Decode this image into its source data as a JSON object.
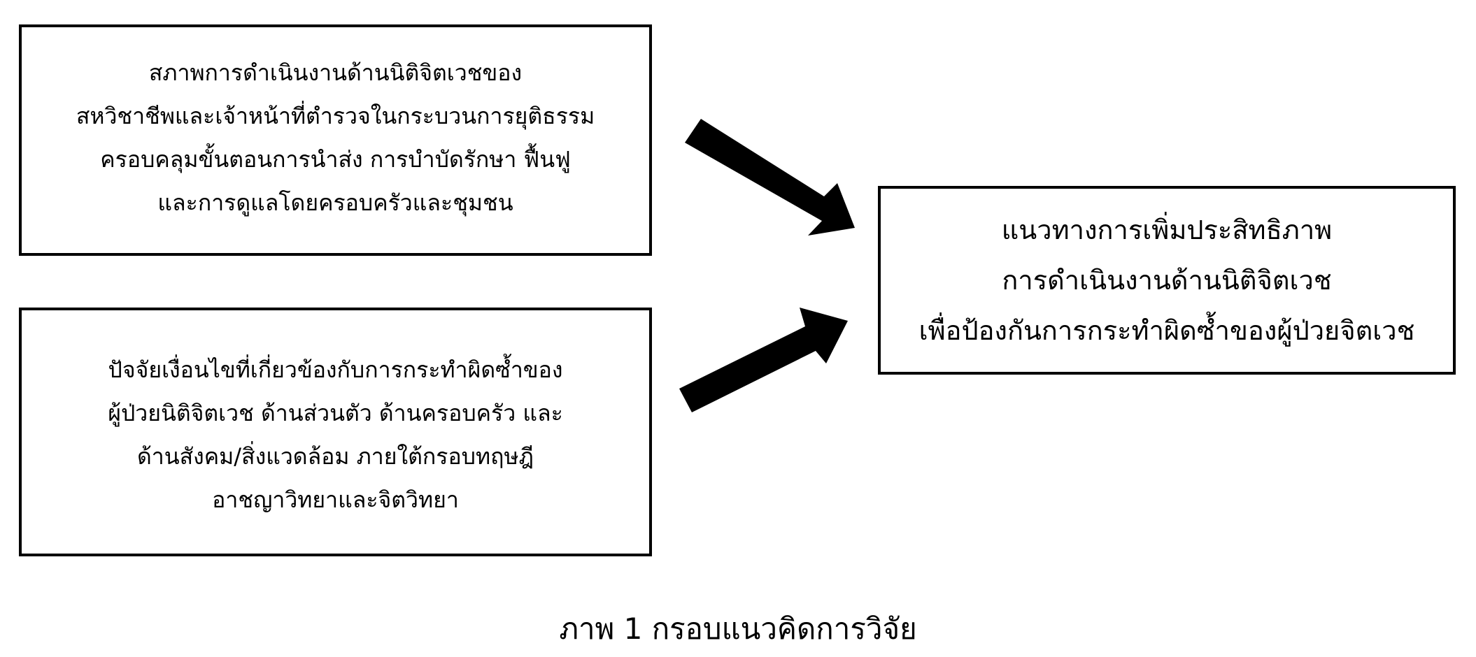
{
  "diagram": {
    "status_box": {
      "lines": [
        "สภาพการดำเนินงานด้านนิติจิตเวชของ",
        "สหวิชาชีพและเจ้าหน้าที่ตำรวจในกระบวนการยุติธรรม",
        "ครอบคลุมขั้นตอนการนำส่ง การบำบัดรักษา ฟื้นฟู",
        "และการดูแลโดยครอบครัวและชุมชน"
      ]
    },
    "factors_box": {
      "lines": [
        "ปัจจัยเงื่อนไขที่เกี่ยวข้องกับการกระทำผิดซ้ำของ",
        "ผู้ป่วยนิติจิตเวช ด้านส่วนตัว ด้านครอบครัว และ",
        "ด้านสังคม/สิ่งแวดล้อม ภายใต้กรอบทฤษฎี",
        "อาชญาวิทยาและจิตวิทยา"
      ]
    },
    "guideline_box": {
      "lines": [
        "แนวทางการเพิ่มประสิทธิภาพ",
        "การดำเนินงานด้านนิติจิตเวช",
        "เพื่อป้องกันการกระทำผิดซ้ำของผู้ป่วยจิตเวช"
      ]
    },
    "arrows": [
      {
        "from": "status_box",
        "to": "guideline_box"
      },
      {
        "from": "factors_box",
        "to": "guideline_box"
      }
    ],
    "colors": {
      "line": "#000000",
      "background": "#ffffff"
    }
  },
  "caption": "ภาพ 1 กรอบแนวคิดการวิจัย"
}
